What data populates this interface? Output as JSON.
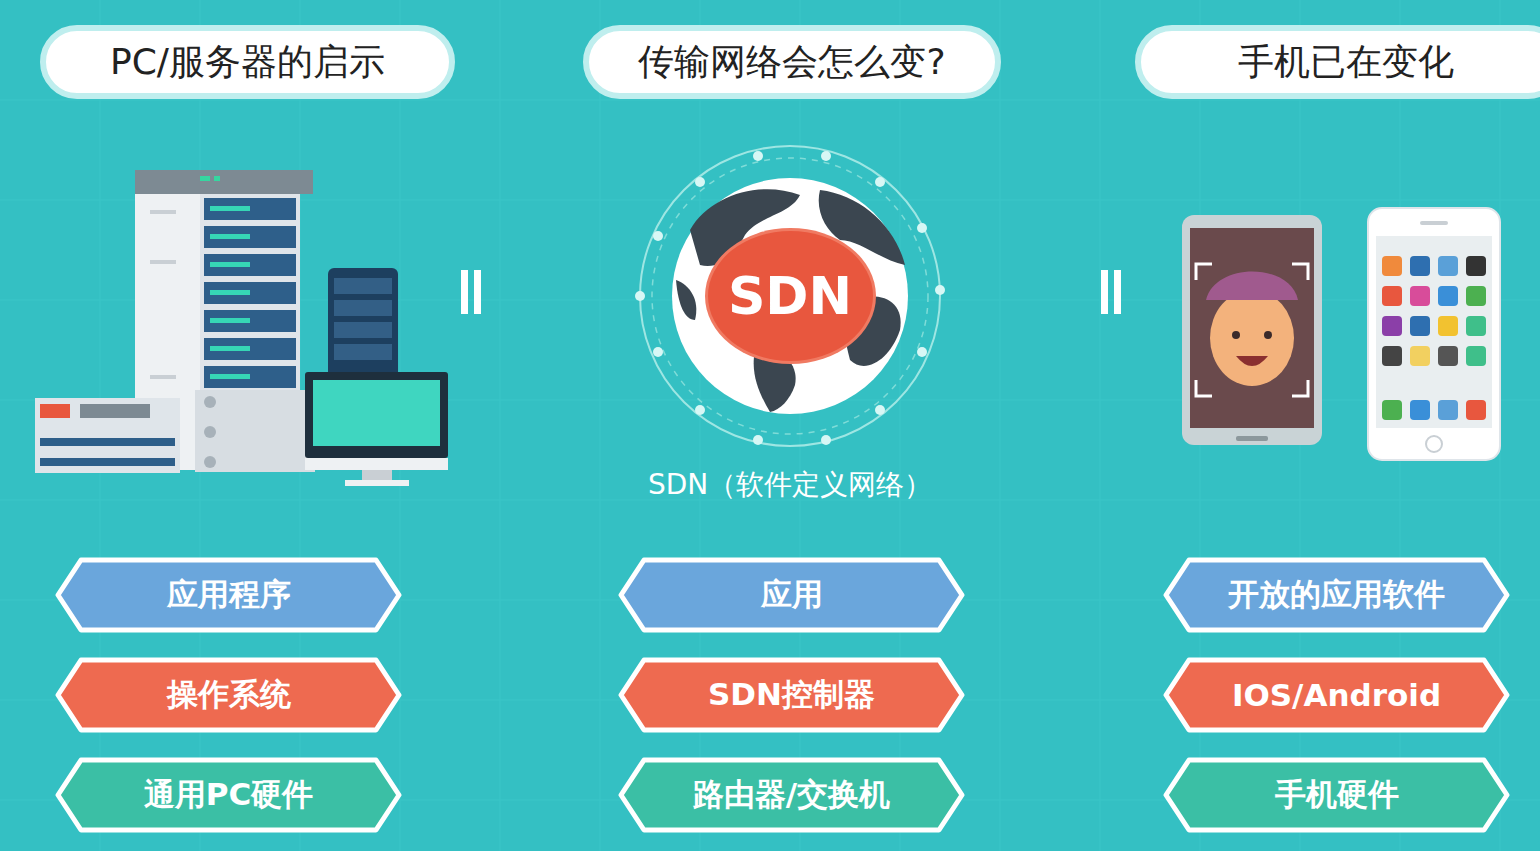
{
  "diagram": {
    "nodes": [
      {
        "text": [
          "PC/服务器的启示"
        ]
      },
      {
        "text": [
          "传输网络会怎么变?"
        ]
      },
      {
        "text": [
          "手机已在变化"
        ]
      },
      {
        "text": [
          "SDN"
        ]
      },
      {
        "text": [
          "应用程序"
        ]
      },
      {
        "text": [
          "应用"
        ]
      },
      {
        "text": [
          "开放的应用软件"
        ]
      },
      {
        "text": [
          "操作系统"
        ]
      },
      {
        "text": [
          "SDN控制器"
        ]
      },
      {
        "text": [
          "IOS/Android"
        ]
      },
      {
        "text": [
          "通用PC硬件"
        ]
      },
      {
        "text": [
          "路由器/交换机"
        ]
      },
      {
        "text": [
          "手机硬件"
        ]
      }
    ],
    "labels": [
      "SDN（软件定义网络）"
    ]
  }
}
